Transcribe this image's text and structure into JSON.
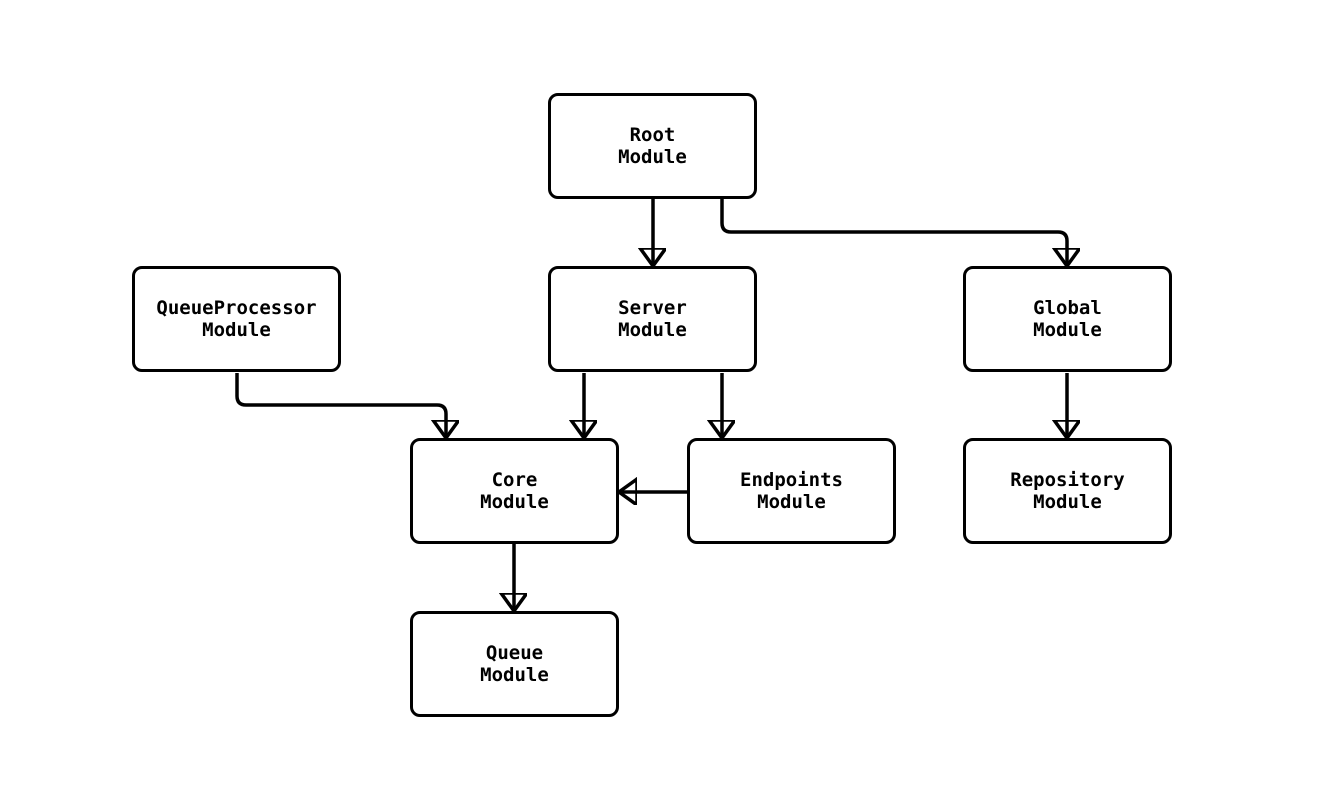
{
  "diagram": {
    "background_color": "#ffffff",
    "node_fill_color": "#ffffff",
    "stroke_color": "#000000",
    "text_color": "#000000",
    "nodes": [
      {
        "id": "root",
        "label": "Root\nModule"
      },
      {
        "id": "queueprocessor",
        "label": "QueueProcessor\nModule"
      },
      {
        "id": "server",
        "label": "Server\nModule"
      },
      {
        "id": "global",
        "label": "Global\nModule"
      },
      {
        "id": "core",
        "label": "Core\nModule"
      },
      {
        "id": "endpoints",
        "label": "Endpoints\nModule"
      },
      {
        "id": "repository",
        "label": "Repository\nModule"
      },
      {
        "id": "queue",
        "label": "Queue\nModule"
      }
    ],
    "edges": [
      {
        "from": "root",
        "to": "server"
      },
      {
        "from": "root",
        "to": "global"
      },
      {
        "from": "queueprocessor",
        "to": "core"
      },
      {
        "from": "server",
        "to": "core"
      },
      {
        "from": "server",
        "to": "endpoints"
      },
      {
        "from": "endpoints",
        "to": "core"
      },
      {
        "from": "global",
        "to": "repository"
      },
      {
        "from": "core",
        "to": "queue"
      }
    ]
  }
}
